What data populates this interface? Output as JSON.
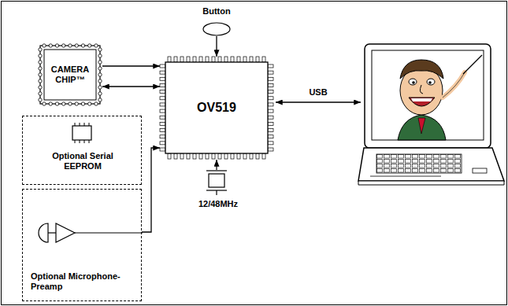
{
  "diagram": {
    "nodes": [
      {
        "text": [
          "Button"
        ]
      },
      {
        "text": [
          "CAMERA CHIP™"
        ]
      },
      {
        "text": [
          "OV519"
        ]
      },
      {
        "text": [
          "Optional Serial EEPROM"
        ]
      },
      {
        "text": [
          "Optional Microphone-Preamp"
        ]
      }
    ],
    "edges": [
      {
        "from": 1,
        "to": 2,
        "arrow": "to"
      },
      {
        "from": 1,
        "to": 2,
        "arrow": "both"
      },
      {
        "from": 0,
        "to": 2,
        "arrow": "to"
      },
      {
        "from": 4,
        "to": 2,
        "arrow": "to"
      }
    ],
    "labels": [
      "USB",
      "12/48MHz"
    ]
  }
}
